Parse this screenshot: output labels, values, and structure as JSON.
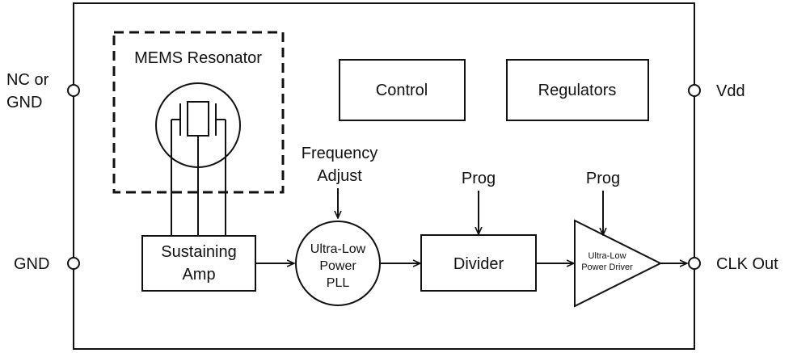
{
  "pins": {
    "nc_gnd_line1": "NC or",
    "nc_gnd_line2": "GND",
    "gnd": "GND",
    "vdd": "Vdd",
    "clk_out": "CLK Out"
  },
  "blocks": {
    "mems_resonator": "MEMS Resonator",
    "control": "Control",
    "regulators": "Regulators",
    "sustaining_amp_line1": "Sustaining",
    "sustaining_amp_line2": "Amp",
    "pll_line1": "Ultra-Low",
    "pll_line2": "Power",
    "pll_line3": "PLL",
    "divider": "Divider",
    "driver_line1": "Ultra-Low",
    "driver_line2": "Power Driver"
  },
  "inputs": {
    "frequency_adjust_line1": "Frequency",
    "frequency_adjust_line2": "Adjust",
    "divider_prog": "Prog",
    "driver_prog": "Prog"
  }
}
